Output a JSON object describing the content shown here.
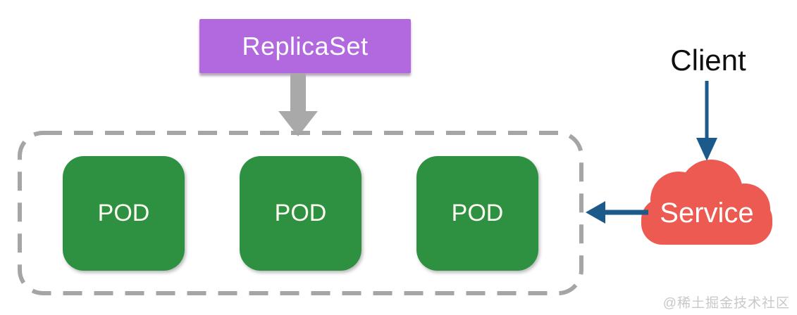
{
  "nodes": {
    "replicaset": {
      "label": "ReplicaSet",
      "color": "#b269e0",
      "text_color": "#ffffff"
    },
    "pods": [
      {
        "label": "POD"
      },
      {
        "label": "POD"
      },
      {
        "label": "POD"
      }
    ],
    "pod_color": "#2e9142",
    "pod_text_color": "#ffffff",
    "client": {
      "label": "Client",
      "color": "#0f0f0f"
    },
    "service": {
      "label": "Service",
      "color": "#ed5a51",
      "text_color": "#ffffff"
    }
  },
  "group": {
    "border_color": "#a5a5a5",
    "border_style": "dashed"
  },
  "arrows": {
    "replicaset_to_pods": {
      "direction": "down",
      "color": "#a9a9a9"
    },
    "client_to_service": {
      "direction": "down",
      "color": "#1d5a8c"
    },
    "service_to_pods": {
      "direction": "left",
      "color": "#1d5a8c"
    }
  },
  "watermark": "@稀土掘金技术社区"
}
